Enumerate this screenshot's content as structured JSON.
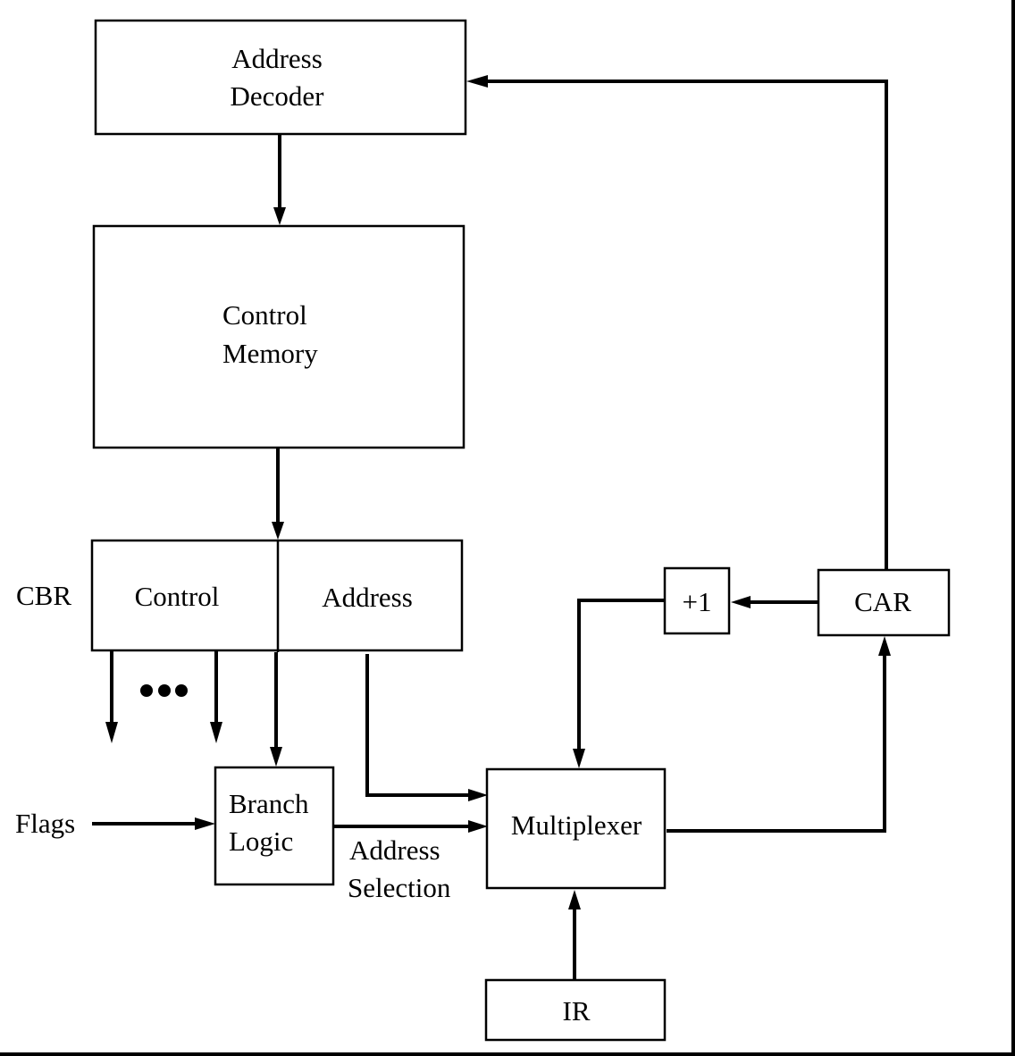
{
  "diagram": {
    "title": "Microprogrammed Control Unit",
    "blocks": {
      "address_decoder": {
        "lines": [
          "Address",
          "Decoder"
        ]
      },
      "control_memory": {
        "lines": [
          "Control",
          "Memory"
        ]
      },
      "cbr": {
        "label": "CBR",
        "control_field": "Control",
        "address_field": "Address"
      },
      "branch_logic": {
        "lines": [
          "Branch",
          "Logic"
        ]
      },
      "multiplexer": {
        "lines": [
          "Multiplexer"
        ]
      },
      "incrementer": {
        "lines": [
          "+1"
        ]
      },
      "car": {
        "lines": [
          "CAR"
        ]
      },
      "ir": {
        "lines": [
          "IR"
        ]
      }
    },
    "signals": {
      "flags": "Flags",
      "address_selection": [
        "Address",
        "Selection"
      ],
      "ellipsis": "•••"
    },
    "connections": [
      {
        "from": "address_decoder",
        "to": "control_memory"
      },
      {
        "from": "control_memory",
        "to": "cbr"
      },
      {
        "from": "cbr.control",
        "to": "control_signals_out"
      },
      {
        "from": "cbr",
        "to": "branch_logic"
      },
      {
        "from": "cbr.address",
        "to": "multiplexer"
      },
      {
        "from": "flags",
        "to": "branch_logic"
      },
      {
        "from": "branch_logic",
        "to": "multiplexer",
        "label": "Address Selection"
      },
      {
        "from": "ir",
        "to": "multiplexer"
      },
      {
        "from": "multiplexer",
        "to": "car"
      },
      {
        "from": "car",
        "to": "incrementer"
      },
      {
        "from": "incrementer",
        "to": "multiplexer"
      },
      {
        "from": "car",
        "to": "address_decoder"
      }
    ],
    "colors": {
      "ink": "#000000",
      "paper": "#ffffff"
    }
  }
}
